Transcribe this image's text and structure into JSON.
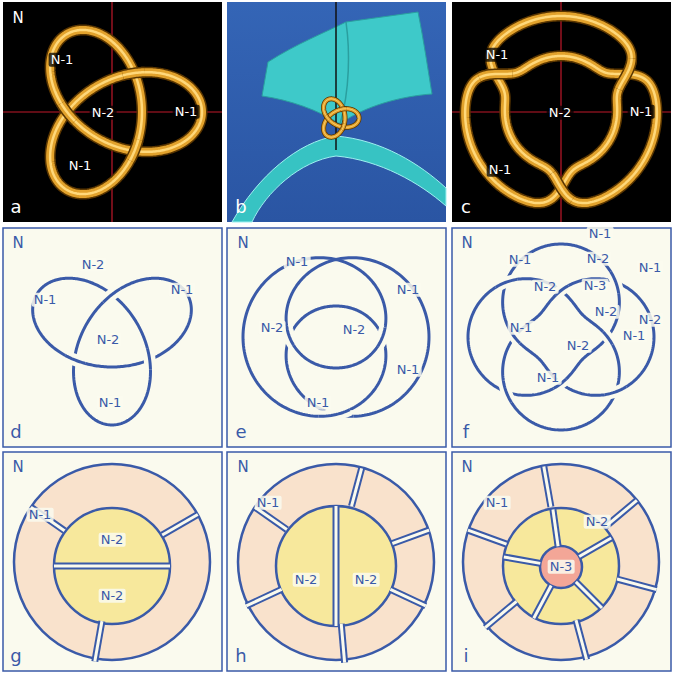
{
  "diagram": {
    "labels": [
      "N",
      "N-1",
      "N-2",
      "N-1",
      "N-1",
      "a",
      "b",
      "N-1",
      "N-2",
      "N-1",
      "N-1",
      "c",
      "N",
      "N-2",
      "N-1",
      "N-1",
      "N-2",
      "N-1",
      "d",
      "N",
      "N-1",
      "N-1",
      "N-2",
      "N-2",
      "N-1",
      "N-1",
      "e",
      "N",
      "N-1",
      "N-1",
      "N-2",
      "N-2",
      "N-3",
      "N-1",
      "N-2",
      "N-2",
      "N-1",
      "N-2",
      "N-1",
      "N-1",
      "f",
      "N",
      "N-1",
      "N-2",
      "N-2",
      "g",
      "N",
      "N-1",
      "N-2",
      "N-2",
      "h",
      "N",
      "N-1",
      "N-2",
      "N-3",
      "i"
    ]
  }
}
